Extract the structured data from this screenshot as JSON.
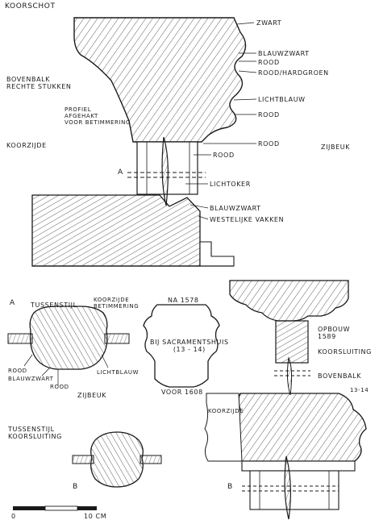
{
  "figure": {
    "top_section": {
      "title": "KOORSCHOT",
      "left_labels": {
        "bovenbalk": "BOVENBALK\nRECHTE STUKKEN",
        "profiel": "PROFIEL\nAFGEHAKT\nVOOR BETIMMERING",
        "koorzijde": "KOORZIJDE"
      },
      "right_labels": {
        "zwart": "ZWART",
        "blauwzwart": "BLAUWZWART",
        "rood1": "ROOD",
        "rood_hardgroen": "ROOD/HARDGROEN",
        "lichtblauw": "LICHTBLAUW",
        "rood2": "ROOD",
        "rood3": "ROOD",
        "zijbeuk": "ZIJBEUK",
        "rood4": "ROOD",
        "lichtoker": "LICHTOKER",
        "blauwzwart2": "BLAUWZWART",
        "westelijke_vakken": "WESTELIJKE VAKKEN"
      },
      "marker_a": "A"
    },
    "detail_a": {
      "marker": "A",
      "tussenstijl": "TUSSENSTIJL",
      "koorzijde_betimmering": "KOORZIJDE\nBETIMMERING",
      "rood": "ROOD",
      "blauwzwart": "BLAUWZWART",
      "rood2": "ROOD",
      "lichtblauw": "LICHTBLAUW",
      "zijbeuk": "ZIJBEUK"
    },
    "detail_b": {
      "marker": "B",
      "tussenstijl": "TUSSENSTIJL\nKOORSLUITING"
    },
    "middle_profile": {
      "na": "NA 1578",
      "bij": "BIJ SACRAMENTSHUIS\n(13 - 14)",
      "voor": "VOOR 1608"
    },
    "right_column": {
      "opbouw": "OPBOUW\n1589",
      "koorsluiting": "KOORSLUITING",
      "bovenbalk": "BOVENBALK",
      "bays": "13-14",
      "koorzijde": "KOORZIJDE",
      "marker_b": "B"
    },
    "scale_bar": {
      "start": "0",
      "end": "10 CM"
    }
  },
  "colors": {
    "ink": "#1a1a1a",
    "paper": "#ffffff"
  }
}
